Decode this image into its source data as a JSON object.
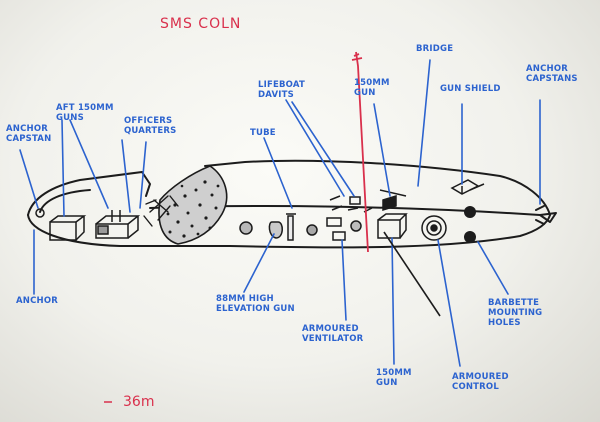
{
  "title": "SMS COLN",
  "depth": "36m",
  "labels": {
    "anchor_capstan": "ANCHOR\nCAPSTAN",
    "aft_150mm_guns": "AFT 150mm\nGUNS",
    "officers_quarters": "OFFICERS\nQUARTERS",
    "tube": "TUBE",
    "lifeboat_davits": "LIFEBOAT\nDAVITS",
    "mast_150mm_gun": "150mm\nGUN",
    "bridge": "BRIDGE",
    "gun_shield": "GUN SHIELD",
    "anchor_capstans": "ANCHOR\nCAPSTANS",
    "anchor": "ANCHOR",
    "elevation_gun": "88mm HIGH\nELEVATION GUN",
    "armoured_ventilator": "ARMOURED\nVENTILATOR",
    "lower_150mm_gun": "150mm\nGUN",
    "armoured_control": "ARMOURED\nCONTROL",
    "barbette_holes": "BARBETTE\nMOUNTING\nHOLES"
  },
  "colors": {
    "label_blue": "#2c63cf",
    "annotation_red": "#d9304c",
    "ink": "#1c1c1c"
  }
}
